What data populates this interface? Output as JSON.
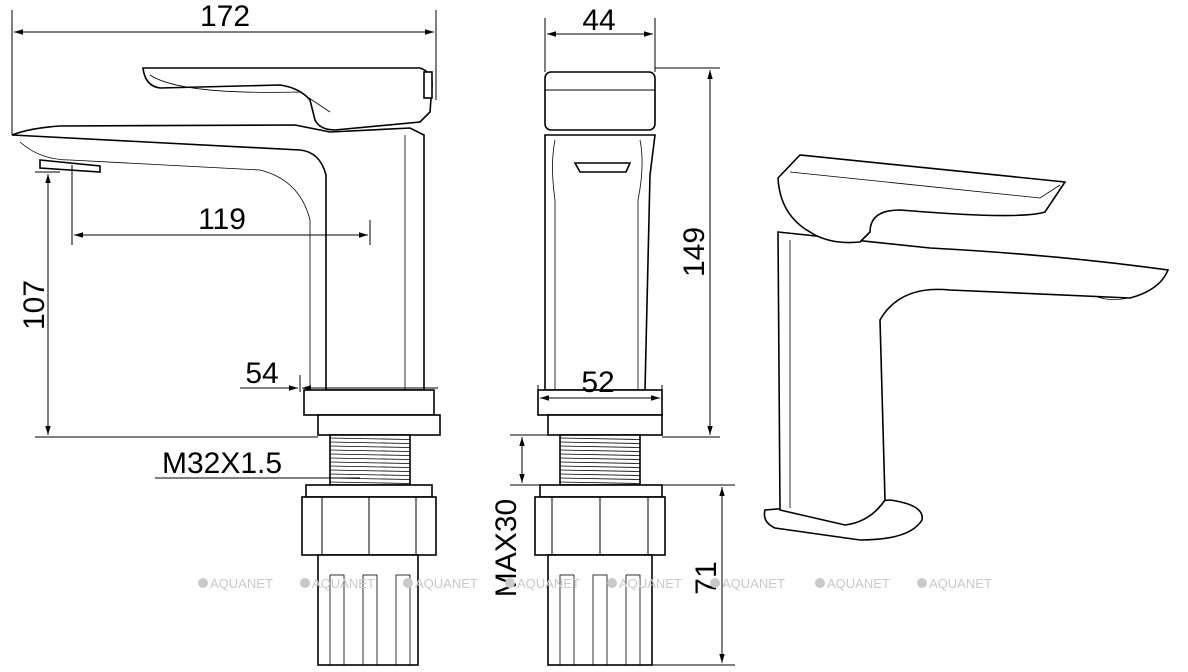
{
  "dimensions": {
    "overall_length": "172",
    "spout_reach": "119",
    "spout_height": "107",
    "base_front": "54",
    "thread": "M32X1.5",
    "side_width": "44",
    "total_height": "149",
    "side_base": "52",
    "max_thickness": "MAX30",
    "nut_length": "71"
  },
  "watermark": {
    "text": "AQUANET",
    "count": 8
  },
  "colors": {
    "line": "#000000",
    "background": "#ffffff",
    "watermark": "#c9c9c9"
  }
}
